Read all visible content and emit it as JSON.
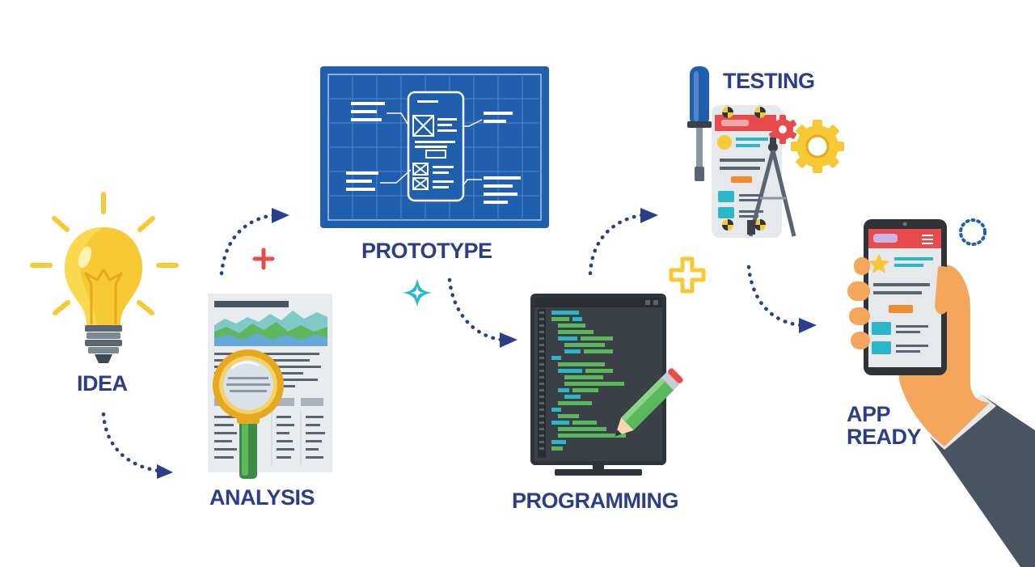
{
  "stages": {
    "idea": "IDEA",
    "analysis": "ANALYSIS",
    "prototype": "PROTOTYPE",
    "programming": "PROGRAMMING",
    "testing": "TESTING",
    "app_ready_line1": "APP",
    "app_ready_line2": "READY"
  },
  "icons": [
    "lightbulb-icon",
    "report-magnifier-icon",
    "blueprint-icon",
    "code-monitor-icon",
    "pencil-icon",
    "screwdriver-icon",
    "test-phone-icon",
    "gear-icon",
    "compass-icon",
    "hand-phone-icon"
  ],
  "colors": {
    "label": "#2c3e87",
    "arrow": "#2c3e87",
    "blueprint": "#1f5fad",
    "bulb": "#f7c934",
    "accent_red": "#e84b4b",
    "accent_teal": "#2bb7c9",
    "accent_green": "#5cb85c"
  }
}
